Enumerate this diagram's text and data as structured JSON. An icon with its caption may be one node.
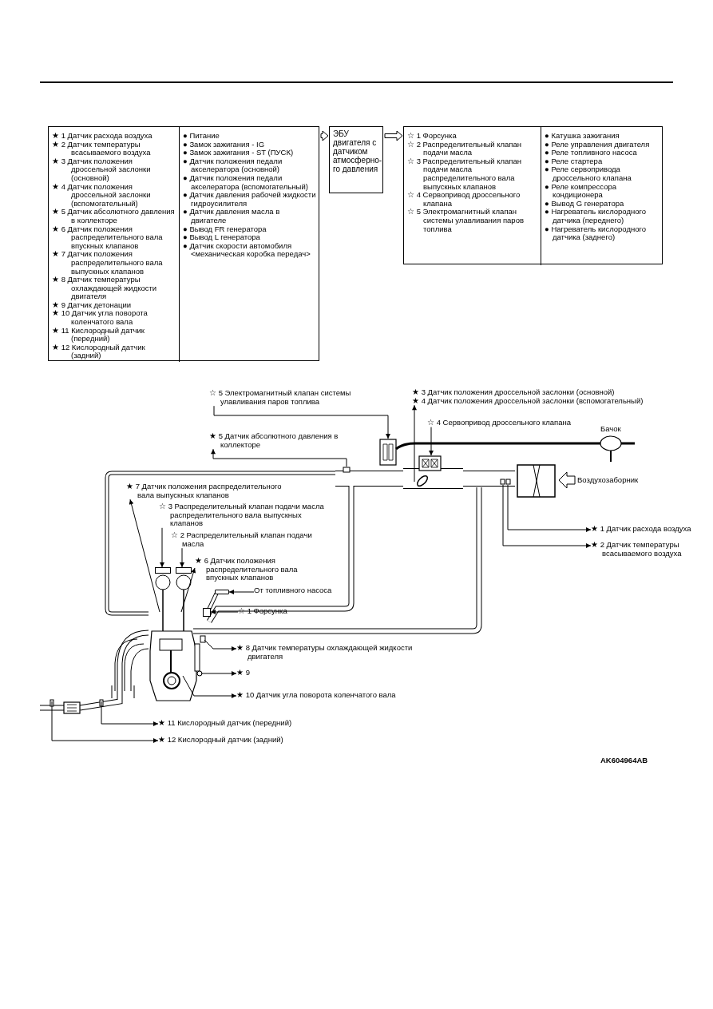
{
  "diagram": {
    "nodes": [
      {
        "text": [],
        "shape": "box"
      },
      {
        "text": [
          "★ 1 Датчик расхода воздуха",
          "★ 2 Датчик температуры всасываемого воздуха",
          "★ 3 Датчик положения дроссельной заслонки (основной)",
          "★ 4 Датчик положения дроссельной заслонки (вспомогательный)",
          "★ 5 Датчик абсолютного давления в коллекторе",
          "★ 6 Датчик положения распределительного вала впускных клапанов",
          "★ 7 Датчик положения распределительного вала выпускных клапанов",
          "★ 8 Датчик температуры охлаждающей жидкости двигателя",
          "★ 9 Датчик детонации",
          "★ 10 Датчик угла поворота коленчатого вала",
          "★ 11 Кислородный датчик (передний)",
          "★ 12 Кислородный датчик (задний)"
        ],
        "in": 0
      },
      {
        "text": [
          "● Питание",
          "● Замок зажигания - IG",
          "● Замок зажигания - ST (ПУСК)",
          "● Датчик положения педали акселератора (основной)",
          "● Датчик положения педали акселератора (вспомогательный)",
          "● Датчик давления рабочей жидкости гидроусилителя",
          "● Датчик давления масла в двигателе",
          "● Вывод FR генератора",
          "● Вывод L генератора",
          "● Датчик скорости автомобиля <механическая коробка передач>"
        ],
        "in": 0
      },
      {
        "text": [
          "ЭБУ двигателя с датчиком атмосферно-го давления"
        ]
      },
      {
        "text": [],
        "shape": "box"
      },
      {
        "text": [
          "☆ 1 Форсунка",
          "☆ 2 Распределительный клапан подачи масла",
          "☆ 3 Распределительный клапан подачи масла распределительного вала выпускных клапанов",
          "☆ 4 Сервопривод дроссельного клапана",
          "☆ 5 Электромагнитный клапан системы улавливания паров топлива"
        ],
        "in": 4
      },
      {
        "text": [
          "● Катушка зажигания",
          "● Реле управления двигателя",
          "● Реле топливного насоса",
          "● Реле стартера",
          "● Реле сервопривода дроссельного клапана",
          "● Реле компрессора кондиционера",
          "● Вывод G генератора",
          "● Нагреватель кислородного датчика (переднего)",
          "● Нагреватель кислородного датчика (заднего)"
        ],
        "in": 4
      },
      {
        "text": [
          "☆ 5 Электромагнитный клапан системы улавливания паров топлива"
        ]
      },
      {
        "text": [
          "★ 3 Датчик положения дроссельной заслонки (основной)",
          "★ 4 Датчик положения дроссельной заслонки (вспомогательный)"
        ]
      },
      {
        "text": [
          "☆ 4 Сервопривод дроссельного клапана"
        ]
      },
      {
        "text": [
          "★ 5 Датчик абсолютного давления в коллекторе"
        ]
      },
      {
        "text": [
          "★ 7 Датчик положения распределительного вала выпускных клапанов"
        ]
      },
      {
        "text": [
          "☆ 3 Распределительный клапан подачи масла распределительного вала выпускных клапанов"
        ]
      },
      {
        "text": [
          "☆ 2 Распределительный клапан подачи масла"
        ]
      },
      {
        "text": [
          "★ 6 Датчик положения распределительного вала впускных клапанов"
        ]
      },
      {
        "text": [
          "☆ 1 Форсунка"
        ]
      },
      {
        "text": [
          "★ 1 Датчик расхода воздуха"
        ]
      },
      {
        "text": [
          "★ 2 Датчик температуры всасываемого воздуха"
        ]
      },
      {
        "text": [
          "★ 8 Датчик температуры охлаждающей жидкости двигателя"
        ]
      },
      {
        "text": [
          "★ 9"
        ]
      },
      {
        "text": [
          "★ 10 Датчик угла поворота коленчатого вала"
        ]
      },
      {
        "text": [
          "★ 11 Кислородный датчик (передний)"
        ]
      },
      {
        "text": [
          "★ 12 Кислородный датчик (задний)"
        ]
      },
      {
        "text": [
          "От топливного насоса"
        ]
      },
      {
        "text": [],
        "shape": "box"
      },
      {
        "text": [],
        "shape": "box"
      },
      {
        "text": [],
        "shape": "bar"
      },
      {
        "text": [],
        "shape": "box"
      }
    ],
    "edges": [
      {
        "from": 0,
        "to": 3,
        "arrow": "to"
      },
      {
        "from": 3,
        "to": 4,
        "arrow": "to"
      },
      {
        "from": 7,
        "to": null,
        "arrow": "to"
      },
      {
        "from": null,
        "to": 8,
        "arrow": "to"
      },
      {
        "from": 9,
        "to": null,
        "arrow": "to"
      },
      {
        "from": null,
        "to": 10,
        "arrow": "to"
      },
      {
        "from": null,
        "to": 11,
        "arrow": "to"
      },
      {
        "from": 12,
        "to": 24,
        "arrow": "to"
      },
      {
        "from": 13,
        "to": 25,
        "arrow": "to"
      },
      {
        "from": null,
        "to": 14,
        "arrow": "to"
      },
      {
        "from": 15,
        "to": 27,
        "arrow": "to"
      },
      {
        "from": null,
        "to": 16,
        "arrow": "to"
      },
      {
        "from": null,
        "to": 17,
        "arrow": "to"
      },
      {
        "from": null,
        "to": 18,
        "arrow": "to"
      },
      {
        "from": null,
        "to": 19,
        "arrow": "to"
      },
      {
        "from": null,
        "to": 20,
        "arrow": "to"
      },
      {
        "from": null,
        "to": 21,
        "arrow": "to"
      },
      {
        "from": null,
        "to": 22,
        "arrow": "to"
      },
      {
        "from": 23,
        "to": 26,
        "arrow": "to"
      }
    ],
    "labels": [
      "Бачок",
      "Воздухозаборник",
      "AK604964AB"
    ]
  }
}
